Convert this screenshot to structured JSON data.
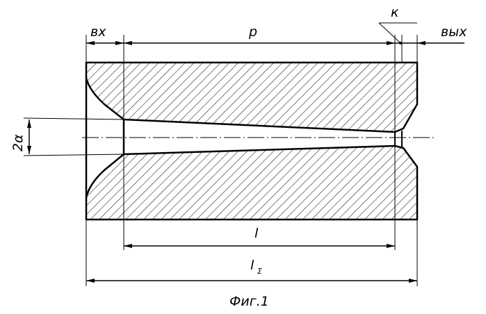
{
  "figure": {
    "caption": "Фиг.1",
    "labels": {
      "entry": "вх",
      "working": "р",
      "calibrating": "к",
      "exit": "вых",
      "angle": "2α",
      "length": "l",
      "total_length_base": "l",
      "total_length_sub": "Σ"
    }
  }
}
